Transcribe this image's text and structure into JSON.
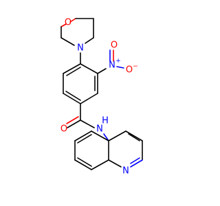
{
  "colors": {
    "carbon_bond": "#000000",
    "oxygen": "#ff0000",
    "nitrogen": "#0000ff",
    "background": "#ffffff"
  },
  "atoms": {
    "morpholine_o": "O",
    "morpholine_n": "N",
    "nitro_n": "N",
    "nitro_plus": "+",
    "nitro_o_minus": "O",
    "nitro_minus": "−",
    "amide_o": "O",
    "amide_n": "N",
    "amide_h": "H",
    "quinoline_n": "N"
  }
}
